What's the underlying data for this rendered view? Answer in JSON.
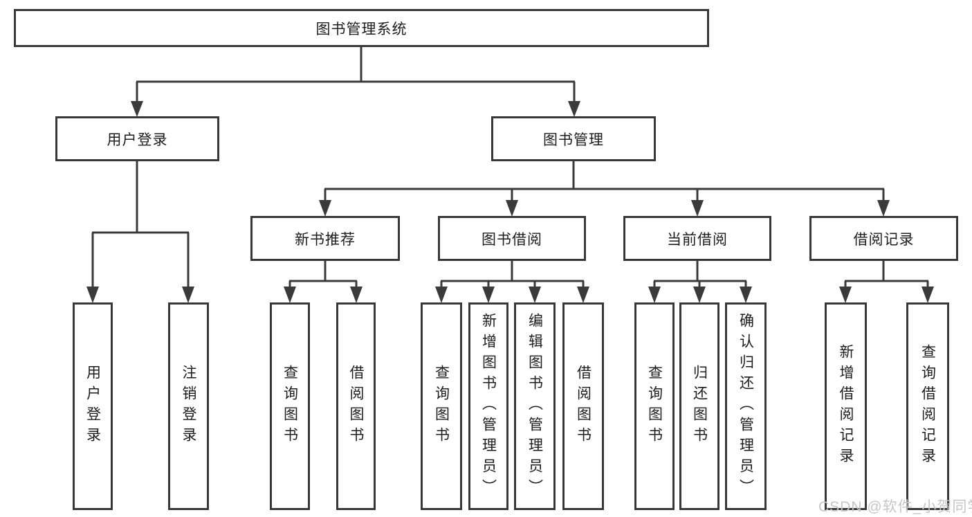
{
  "diagram": {
    "root": "图书管理系统",
    "children": [
      {
        "label": "用户登录",
        "children": [
          "用户登录",
          "注销登录"
        ]
      },
      {
        "label": "图书管理",
        "children": [
          {
            "label": "新书推荐",
            "children": [
              "查询图书",
              "借阅图书"
            ]
          },
          {
            "label": "图书借阅",
            "children": [
              "查询图书",
              "新增图书（管理员）",
              "编辑图书（管理员）",
              "借阅图书"
            ]
          },
          {
            "label": "当前借阅",
            "children": [
              "查询图书",
              "归还图书",
              "确认归还（管理员）"
            ]
          },
          {
            "label": "借阅记录",
            "children": [
              "新增借阅记录",
              "查询借阅记录"
            ]
          }
        ]
      }
    ]
  },
  "watermark": "CSDN @软件_小贺同学",
  "colors": {
    "line": "#3a3a3a",
    "border": "#383838",
    "text": "#1c1c1c",
    "watermark": "#c6c6c6",
    "background": "#ffffff"
  }
}
